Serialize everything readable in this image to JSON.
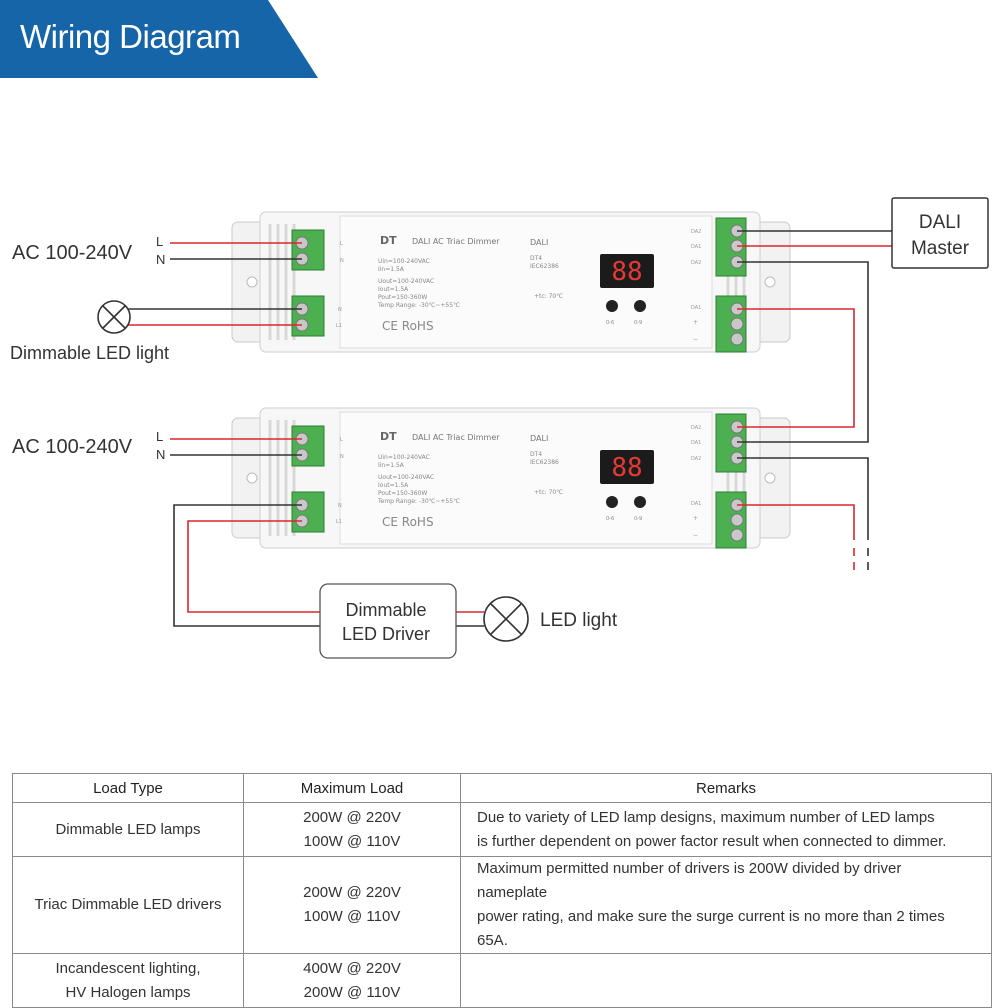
{
  "banner": {
    "title": "Wiring Diagram",
    "color": "#1565a8"
  },
  "diagram": {
    "ac_input_top": "AC 100-240V",
    "ac_input_bottom": "AC 100-240V",
    "terminal_l": "L",
    "terminal_n": "N",
    "led_light_label": "Dimmable LED light",
    "dali_master_line1": "DALI",
    "dali_master_line2": "Master",
    "driver_line1": "Dimmable",
    "driver_line2": "LED Driver",
    "led_light2_label": "LED light",
    "device": {
      "brand": "DT",
      "product": "DALI  AC Triac Dimmer",
      "logo": "DALI",
      "specs": [
        "Uin=100-240VAC",
        "Iin=1.5A",
        "Uout=100-240VAC",
        "Iout=1.5A",
        "Pout=150-360W",
        "Temp Range: -30℃~+55℃"
      ],
      "model": "DT4",
      "standard": "IEC62386",
      "tc": "+tc: 70℃",
      "display": "88",
      "btn_left": "0-6",
      "btn_right": "0-9",
      "marks": "CE RoHS",
      "left_terms": [
        "L",
        "N",
        "N",
        "L1"
      ],
      "right_terms": [
        "DA2",
        "DA1",
        "DA2",
        "DA1",
        "+",
        "−"
      ]
    },
    "wire_colors": {
      "red": "#d8282c",
      "black": "#333333"
    }
  },
  "table": {
    "headers": [
      "Load Type",
      "Maximum Load",
      "Remarks"
    ],
    "rows": [
      {
        "type": [
          "Dimmable LED lamps"
        ],
        "load": [
          "200W @ 220V",
          "100W @ 110V"
        ],
        "remarks": [
          "Due to variety of LED lamp designs, maximum number of LED lamps",
          "is further dependent on power factor result when connected to dimmer."
        ]
      },
      {
        "type": [
          "Triac Dimmable LED drivers"
        ],
        "load": [
          "200W @ 220V",
          "100W @ 110V"
        ],
        "remarks": [
          "Maximum permitted number of drivers is 200W divided by driver nameplate",
          "power rating, and make sure the surge current is no more than 2 times 65A."
        ]
      },
      {
        "type": [
          "Incandescent lighting,",
          "HV Halogen lamps"
        ],
        "load": [
          "400W @ 220V",
          "200W @ 110V"
        ],
        "remarks": []
      }
    ]
  }
}
